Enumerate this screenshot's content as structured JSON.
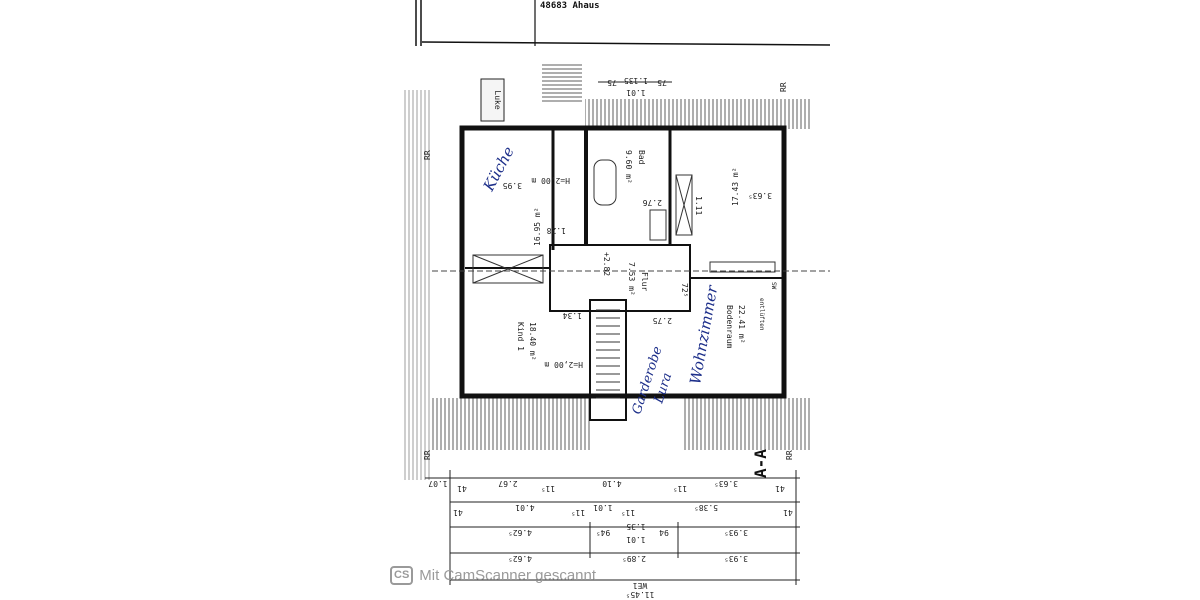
{
  "header": {
    "address": "48683 Ahaus"
  },
  "labels": {
    "hatch": "Luke",
    "roof_edge": "RR",
    "section": "A-A",
    "unit": "WE 1",
    "vent": "entlüften",
    "vent_short": "SW",
    "ceiling_note": "H=2,00 m"
  },
  "top_dims": {
    "left": "75",
    "mid_top": "1.01",
    "mid_bottom": "1.135",
    "right": "75"
  },
  "rooms": {
    "kitchen": {
      "area": "16.95 m²",
      "width": "3.95",
      "door": "1.28",
      "height": "H=2,00 m"
    },
    "bath": {
      "name": "Bad",
      "area": "9.60 m²",
      "width": "2.76"
    },
    "room_right": {
      "area": "17.43 m²",
      "width": "3.63⁵",
      "side": "1.11"
    },
    "hall": {
      "name": "Flur",
      "area": "7.53 m²",
      "level": "+2.82"
    },
    "child": {
      "name": "Kind 1",
      "area": "18.40 m²",
      "height": "H=2,00 m",
      "door": "1.34"
    },
    "attic": {
      "name": "Bodenraum",
      "area": "22.41 m²",
      "door": "2.75",
      "side": "72⁵"
    }
  },
  "handwritten": {
    "kitchen": "Küche",
    "wardrobe_1": "Garderobe",
    "wardrobe_2": "Lura",
    "living": "Wohnzimmer"
  },
  "dimensions": {
    "row1": [
      "1.07",
      "41",
      "2.67",
      "11⁵",
      "4.10",
      "11⁵",
      "3.63⁵",
      "41"
    ],
    "row2": [
      "41",
      "4.01",
      "11⁵",
      "1.01",
      "11⁵",
      "5.38⁵",
      "41"
    ],
    "row3": [
      "4.62⁵",
      "94⁵",
      "1.01",
      "1.35",
      "94",
      "3.93⁵"
    ],
    "row4": [
      "4.62⁵",
      "2.89⁵",
      "3.93⁵"
    ],
    "row5": [
      "WE1",
      "11.45⁵"
    ]
  },
  "watermark": {
    "logo": "CS",
    "text": "Mit CamScanner gescannt"
  }
}
